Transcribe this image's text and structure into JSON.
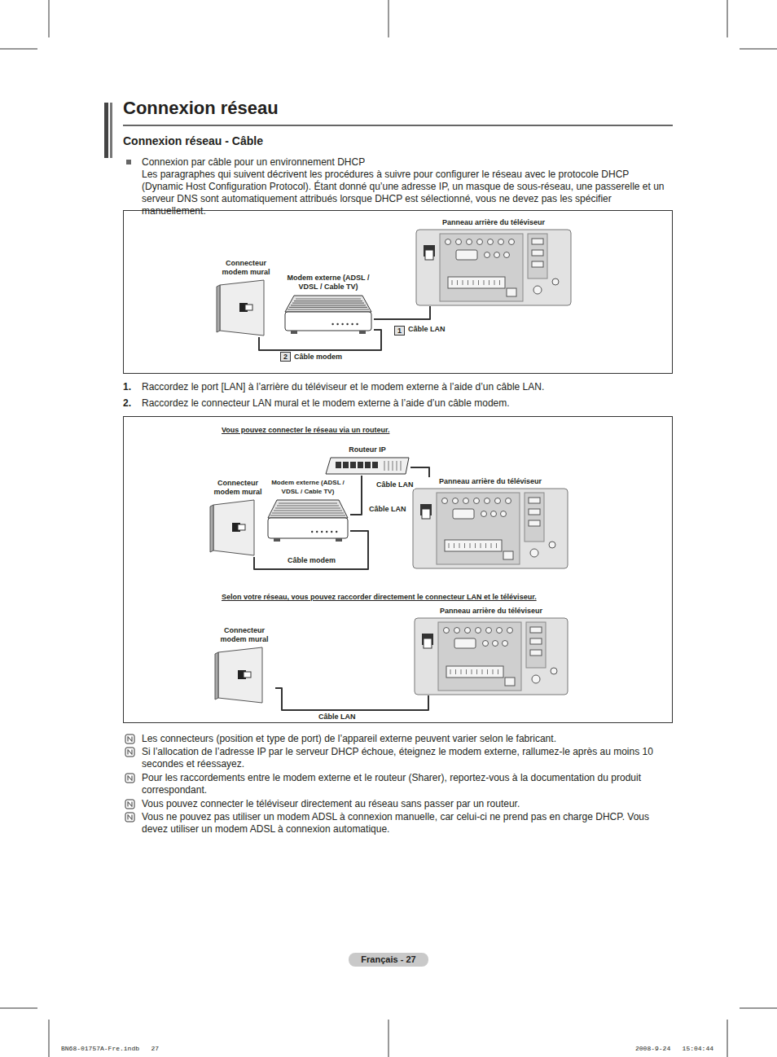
{
  "diagram": {
    "title": "Connexion réseau",
    "nodes": [
      {
        "text": [
          "Connecteur modem mural"
        ]
      },
      {
        "text": [
          "Modem externe (ADSL / VDSL / Cable TV)"
        ]
      },
      {
        "text": [
          "Panneau arrière du téléviseur"
        ]
      },
      {
        "text": [
          "Routeur IP"
        ]
      },
      {
        "text": [
          "Connecteur modem mural"
        ]
      },
      {
        "text": [
          "Modem externe (ADSL / VDSL / Cable TV)"
        ]
      },
      {
        "text": [
          "Panneau arrière du téléviseur"
        ]
      },
      {
        "text": [
          "Panneau arrière du téléviseur"
        ]
      },
      {
        "text": [
          "Connecteur modem mural"
        ]
      }
    ],
    "edges": [
      {
        "from": 1,
        "to": 2,
        "label": "Câble LAN",
        "arrow": "none"
      },
      {
        "from": 0,
        "to": 1,
        "label": "Câble modem",
        "arrow": "none"
      },
      {
        "from": 4,
        "to": 5,
        "label": "Câble modem",
        "arrow": "none"
      },
      {
        "from": 5,
        "to": 3,
        "label": "Câble LAN",
        "arrow": "none"
      },
      {
        "from": 3,
        "to": 6,
        "label": "Câble LAN",
        "arrow": "none"
      },
      {
        "from": 8,
        "to": 7,
        "label": "Câble LAN",
        "arrow": "none"
      }
    ],
    "labels": [
      "Connexion réseau - Câble",
      "Connexion par câble pour un environnement DHCP",
      "Les paragraphes qui suivent décrivent les procédures à suivre pour configurer le réseau avec le protocole DHCP (Dynamic Host Configuration Protocol). Étant donné qu’une adresse IP, un masque de sous-réseau, une passerelle et un serveur DNS sont automatiquement attribués lorsque DHCP est sélectionné, vous ne devez pas les spécifier manuellement.",
      "1",
      "2",
      "1.",
      "Raccordez le port [LAN] à l’arrière du téléviseur et le modem externe à l’aide d’un câble LAN.",
      "2.",
      "Raccordez le connecteur LAN mural et le modem externe à l’aide d’un câble modem.",
      "Vous pouvez connecter le réseau via un routeur.",
      "Selon votre réseau, vous pouvez raccorder directement le connecteur LAN et le téléviseur.",
      "Les connecteurs (position et type de port) de l’appareil externe peuvent varier selon le fabricant.",
      "Si l’allocation de l’adresse IP par le serveur DHCP échoue, éteignez le modem externe, rallumez-le après au moins 10 secondes et réessayez.",
      "Pour les raccordements entre le modem externe et le routeur (Sharer), reportez-vous à la documentation du produit correspondant.",
      "Vous pouvez connecter le téléviseur directement au réseau sans passer par un routeur.",
      "Vous ne pouvez pas utiliser un modem ADSL à connexion manuelle, car celui-ci ne prend pas en charge DHCP. Vous devez utiliser un modem ADSL à connexion automatique.",
      "Français - 27",
      "BN68-01757A-Fre.indb   27",
      "2008-9-24   15:04:44"
    ]
  }
}
